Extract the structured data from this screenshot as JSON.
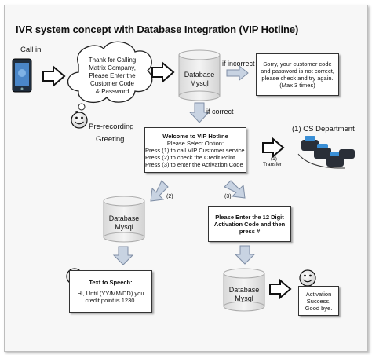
{
  "title": "IVR system concept with Database Integration (VIP Hotline)",
  "call_in": "Call in",
  "cloud": [
    "Thank for Calling",
    "Matrix Company,",
    "Please Enter the",
    "Customer Code",
    "& Password"
  ],
  "pre_recording": [
    "Pre-recording",
    "Greeting"
  ],
  "db_top": [
    "Database",
    "Mysql"
  ],
  "if_incorrect": "if incorrect",
  "incorrect_box": [
    "Sorry, your customer code",
    "and password is not correct,",
    "please check and try again.",
    "(Max 3 times)"
  ],
  "if_correct": "if correct",
  "menu_box": {
    "heading": "Welcome to VIP Hotline",
    "sub": "Please Select Option:",
    "options": [
      "Press (1) to call VIP Customer service",
      "Press (2) to check the Credit Point",
      "Press (3) to enter the Activation Code"
    ]
  },
  "cs_department": "(1) CS Department",
  "transfer": [
    "(1)",
    "Transfer"
  ],
  "branch2": "(2)",
  "branch3": "(3)",
  "db_mid": [
    "Database",
    "Mysql"
  ],
  "activation_box": [
    "Please Enter the 12 Digit",
    "Activation Code and then",
    "press #"
  ],
  "tts_box": {
    "heading": "Text to Speech:",
    "lines": [
      "Hi, Until (YY/MM/DD) you",
      "credit point is 1230."
    ]
  },
  "db_bottom": [
    "Database",
    "Mysql"
  ],
  "success_box": [
    "Activation",
    "Success,",
    "Good bye."
  ],
  "colors": {
    "arrow_fill": "#c8d3e2",
    "arrow_stroke": "#7f8ea5",
    "cylinder": "#e9e9e9"
  },
  "icons": [
    "phone-icon",
    "smiley-icon",
    "telephone-set-icon"
  ]
}
